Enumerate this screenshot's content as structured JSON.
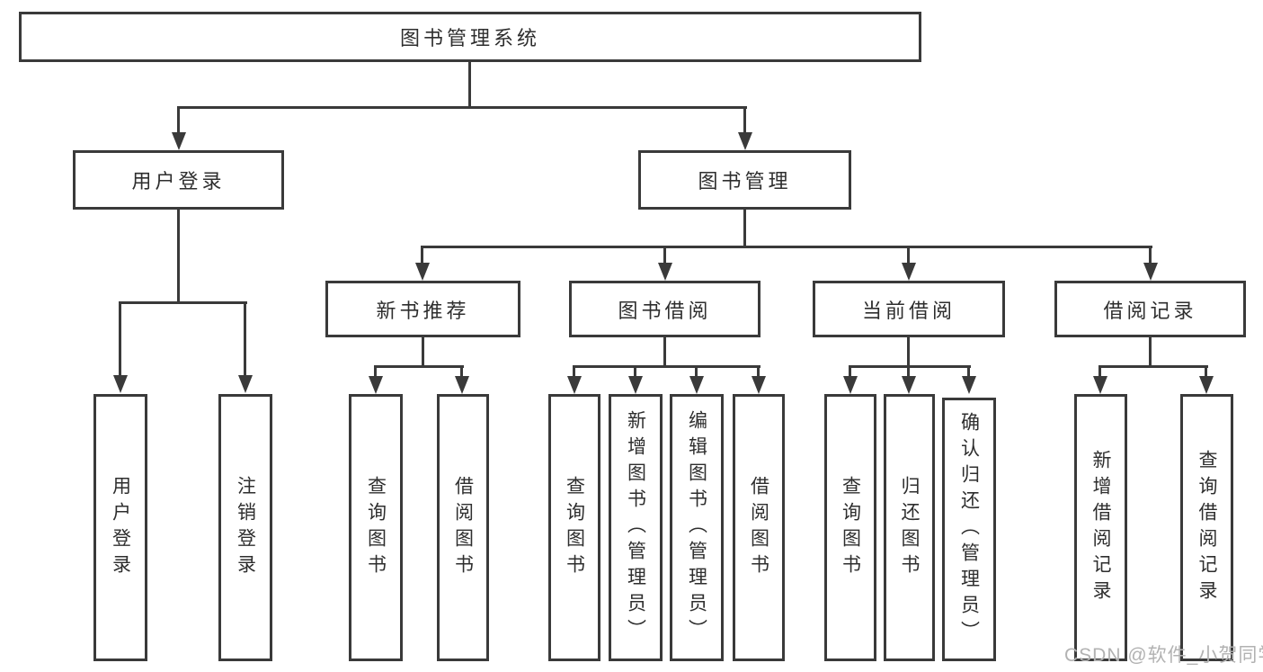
{
  "colors": {
    "line": "#3a3a3a",
    "box_border": "#3a3a3a",
    "box_background": "#ffffff",
    "text": "#2e2e2e",
    "watermark": "#b2b2b2"
  },
  "watermark": {
    "text": "CSDN @软件_小贺同学"
  },
  "tree": {
    "label": "图书管理系统",
    "children": [
      {
        "label": "用户登录",
        "children": [
          {
            "label": "用户登录"
          },
          {
            "label": "注销登录"
          }
        ]
      },
      {
        "label": "图书管理",
        "children": [
          {
            "label": "新书推荐",
            "children": [
              {
                "label": "查询图书"
              },
              {
                "label": "借阅图书"
              }
            ]
          },
          {
            "label": "图书借阅",
            "children": [
              {
                "label": "查询图书"
              },
              {
                "label": "新增图书（管理员）"
              },
              {
                "label": "编辑图书（管理员）"
              },
              {
                "label": "借阅图书"
              }
            ]
          },
          {
            "label": "当前借阅",
            "children": [
              {
                "label": "查询图书"
              },
              {
                "label": "归还图书"
              },
              {
                "label": "确认归还（管理员）"
              }
            ]
          },
          {
            "label": "借阅记录",
            "children": [
              {
                "label": "新增借阅记录"
              },
              {
                "label": "查询借阅记录"
              }
            ]
          }
        ]
      }
    ]
  }
}
